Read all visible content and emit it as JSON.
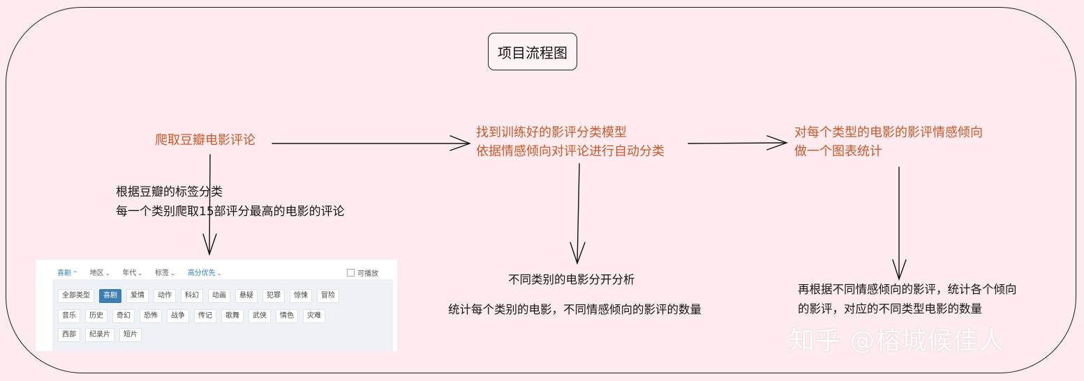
{
  "title": "项目流程图",
  "steps": {
    "crawl": "爬取豆瓣电影评论",
    "model_line1": "找到训练好的影评分类模型",
    "model_line2": "依据情感倾向对评论进行自动分类",
    "stats_line1": "对每个类型的电影的影评情感倾向",
    "stats_line2": "做一个图表统计"
  },
  "notes": {
    "crawl_line1": "根据豆瓣的标签分类",
    "crawl_line2": "每一个类别爬取15部评分最高的电影的评论",
    "analysis_line1": "不同类别的电影分开分析",
    "analysis_line2": "统计每个类别的电影，不同情感倾向的影评的数量",
    "stats_line1": "再根据不同情感倾向的影评，统计各个倾向",
    "stats_line2": "的影评，对应的不同类型电影的数量"
  },
  "douban_panel": {
    "filters": [
      "喜剧",
      "地区",
      "年代",
      "标签",
      "高分优先"
    ],
    "playable_label": "可播放",
    "tag_rows": [
      [
        "全部类型",
        "喜剧",
        "爱情",
        "动作",
        "科幻",
        "动画",
        "悬疑",
        "犯罪",
        "惊悚",
        "冒险"
      ],
      [
        "音乐",
        "历史",
        "奇幻",
        "恐怖",
        "战争",
        "传记",
        "歌舞",
        "武侠",
        "情色",
        "灾难"
      ],
      [
        "西部",
        "纪录片",
        "短片"
      ]
    ],
    "active_tag": "喜剧"
  },
  "watermark": "知乎 @榕城候佳人",
  "colors": {
    "background": "#fdebef",
    "step_text": "#c9592a",
    "active_tag": "#3d7eb5"
  }
}
